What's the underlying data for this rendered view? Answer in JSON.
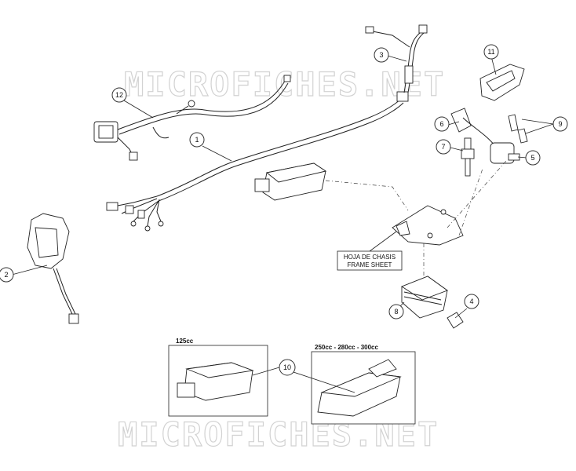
{
  "watermark": "MICROFICHES.NET",
  "frame_sheet_label": {
    "line1": "HOJA DE CHASIS",
    "line2": "FRAME SHEET"
  },
  "variant_boxes": {
    "cc125": "125cc",
    "cc250": "250cc - 280cc - 300cc"
  },
  "callouts": {
    "c1": "1",
    "c2": "2",
    "c3": "3",
    "c4": "4",
    "c5": "5",
    "c6": "6",
    "c7": "7",
    "c8": "8",
    "c9": "9",
    "c10": "10",
    "c11": "11",
    "c12": "12"
  }
}
